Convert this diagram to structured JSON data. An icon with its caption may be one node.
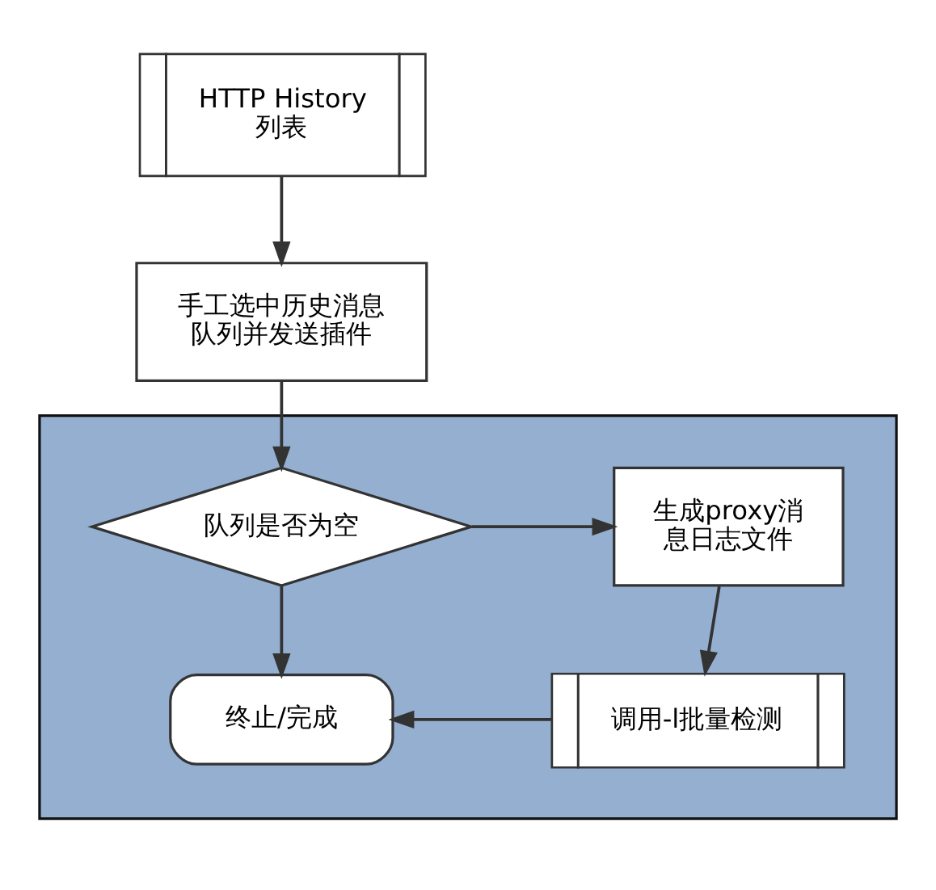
{
  "diagram": {
    "nodes": [
      {
        "text": [
          "HTTP History 列表"
        ]
      },
      {
        "text": [
          "手工选中历史消息队列并发送插件"
        ]
      },
      {
        "text": [],
        "shape": "box"
      },
      {
        "text": [
          "队列是否为空"
        ],
        "in": 2
      },
      {
        "text": [
          "生成proxy消息日志文件"
        ],
        "in": 2
      },
      {
        "text": [
          "调用-l批量检测"
        ],
        "in": 2
      },
      {
        "text": [
          "终止/完成"
        ],
        "in": 2
      }
    ],
    "edges": [
      {
        "from": 0,
        "to": 1,
        "arrow": "to"
      },
      {
        "from": 1,
        "to": 3,
        "arrow": "to"
      },
      {
        "from": 3,
        "to": 4,
        "arrow": "to"
      },
      {
        "from": 4,
        "to": 5,
        "arrow": "to"
      },
      {
        "from": 5,
        "to": 6,
        "arrow": "to"
      },
      {
        "from": 3,
        "to": 6,
        "arrow": "to"
      }
    ]
  }
}
